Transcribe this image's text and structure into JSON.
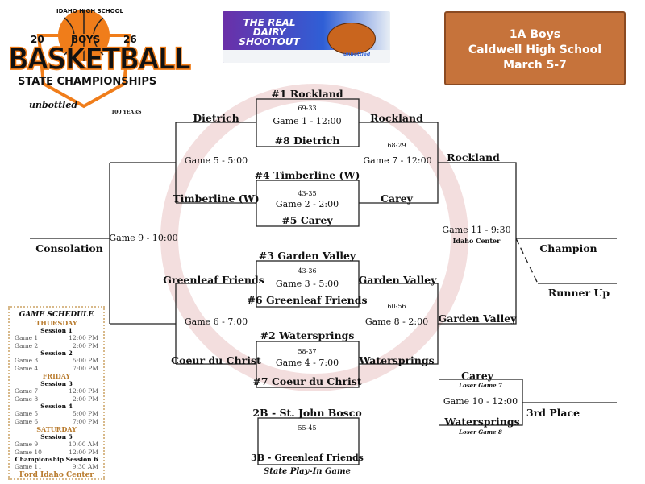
{
  "logo": {
    "line1": "IDAHO HIGH SCHOOL",
    "year_left": "20",
    "boys": "BOYS",
    "year_right": "26",
    "title": "BASKETBALL",
    "subtitle": "STATE CHAMPIONSHIPS",
    "sponsor": "unbottled",
    "anniversary": "100 YEARS"
  },
  "banner": {
    "text": "THE REAL DAIRY SHOOTOUT",
    "sponsor": "unbottled"
  },
  "header": {
    "line1": "1A Boys",
    "line2": "Caldwell High School",
    "line3": "March 5-7"
  },
  "games": {
    "g1": {
      "top": "#1 Rockland",
      "score": "69-33",
      "label": "Game 1 - 12:00",
      "bottom": "#8 Dietrich"
    },
    "g2": {
      "top": "#4 Timberline (W)",
      "score": "43-35",
      "label": "Game 2 - 2:00",
      "bottom": "#5 Carey"
    },
    "g3": {
      "top": "#3 Garden Valley",
      "score": "43-36",
      "label": "Game 3 - 5:00",
      "bottom": "#6 Greenleaf Friends"
    },
    "g4": {
      "top": "#2 Watersprings",
      "score": "58-37",
      "label": "Game 4 - 7:00",
      "bottom": "#7 Coeur du Christ"
    },
    "g5": {
      "top": "Dietrich",
      "label": "Game 5 - 5:00",
      "bottom": "Timberline (W)"
    },
    "g6": {
      "top": "Greenleaf Friends",
      "label": "Game 6 - 7:00",
      "bottom": "Coeur du Christ"
    },
    "g7": {
      "top": "Rockland",
      "score": "68-29",
      "label": "Game 7 - 12:00",
      "bottom": "Carey"
    },
    "g8": {
      "top": "Garden Valley",
      "score": "60-56",
      "label": "Game 8 - 2:00",
      "bottom": "Watersprings"
    },
    "g9": {
      "label": "Game 9 - 10:00",
      "result": "Consolation"
    },
    "g10": {
      "top": "Carey",
      "top_note": "Loser Game 7",
      "label": "Game 10 - 12:00",
      "bottom": "Watersprings",
      "bottom_note": "Loser Game 8",
      "result": "3rd Place"
    },
    "g11": {
      "top": "Rockland",
      "label": "Game 11 - 9:30",
      "venue": "Idaho Center",
      "bottom": "Garden Valley",
      "winner": "Champion",
      "loser": "Runner Up"
    },
    "playin": {
      "top": "2B - St. John Bosco",
      "score": "55-45",
      "bottom": "3B - Greenleaf Friends",
      "caption": "State Play-In Game"
    }
  },
  "schedule": {
    "title": "GAME SCHEDULE",
    "days": [
      {
        "day": "THURSDAY",
        "sessions": [
          {
            "name": "Session 1",
            "games": [
              [
                "Game 1",
                "12:00 PM"
              ],
              [
                "Game 2",
                "2:00 PM"
              ]
            ]
          },
          {
            "name": "Session 2",
            "games": [
              [
                "Game 3",
                "5:00 PM"
              ],
              [
                "Game 4",
                "7:00 PM"
              ]
            ]
          }
        ]
      },
      {
        "day": "FRIDAY",
        "sessions": [
          {
            "name": "Session 3",
            "games": [
              [
                "Game 7",
                "12:00 PM"
              ],
              [
                "Game 8",
                "2:00 PM"
              ]
            ]
          },
          {
            "name": "Session 4",
            "games": [
              [
                "Game 5",
                "5:00 PM"
              ],
              [
                "Game 6",
                "7:00 PM"
              ]
            ]
          }
        ]
      },
      {
        "day": "SATURDAY",
        "sessions": [
          {
            "name": "Session 5",
            "games": [
              [
                "Game 9",
                "10:00 AM"
              ],
              [
                "Game 10",
                "12:00 PM"
              ]
            ]
          },
          {
            "name": "Championship Session 6",
            "games": [
              [
                "Game 11",
                "9:30 AM"
              ]
            ]
          }
        ]
      }
    ],
    "venue": "Ford Idaho Center"
  },
  "colors": {
    "header_bg": "#c6733b",
    "accent": "#b87a2c",
    "logo_orange": "#f07d1a"
  }
}
